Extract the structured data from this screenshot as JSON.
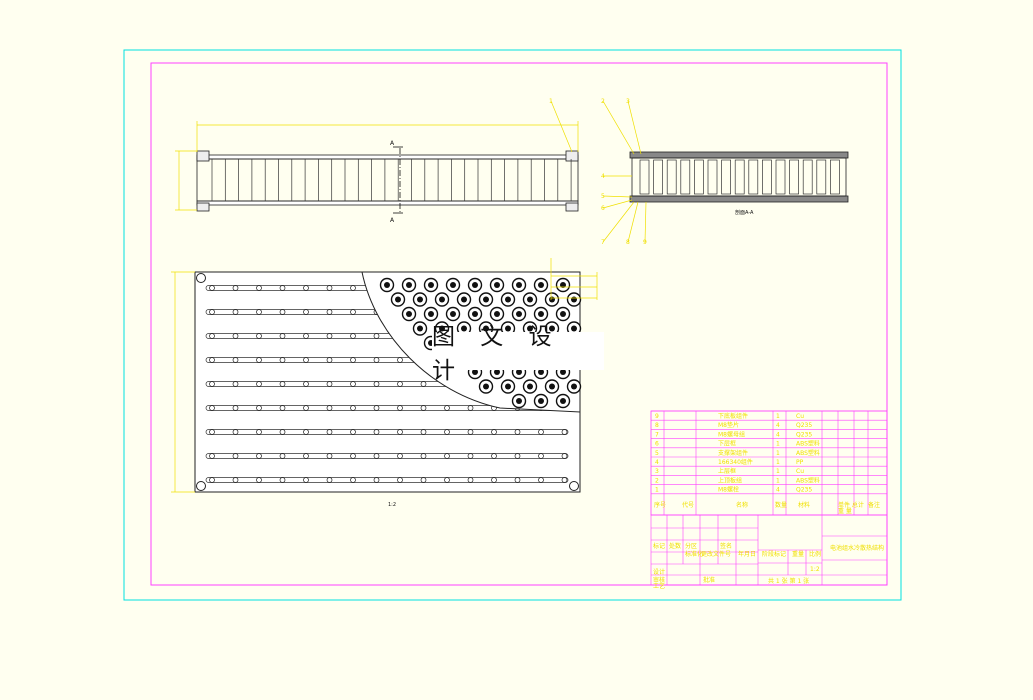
{
  "watermark": "图 文 设 计",
  "balloons": [
    "1",
    "2",
    "3",
    "4",
    "5",
    "6",
    "7",
    "8",
    "9"
  ],
  "section_marker": "A",
  "section_label": "剖面A-A",
  "bom": {
    "rows": [
      {
        "no": "9",
        "name": "下底板组件",
        "qty": "1",
        "material": "Cu"
      },
      {
        "no": "8",
        "name": "M8垫片",
        "qty": "4",
        "material": "Q235"
      },
      {
        "no": "7",
        "name": "M8螺母组",
        "qty": "4",
        "material": "Q235"
      },
      {
        "no": "6",
        "name": "下层框",
        "qty": "1",
        "material": "ABS塑料"
      },
      {
        "no": "5",
        "name": "支撑架组件",
        "qty": "1",
        "material": "ABS塑料"
      },
      {
        "no": "4",
        "name": "166340组件",
        "qty": "1",
        "material": "PP"
      },
      {
        "no": "3",
        "name": "上层框",
        "qty": "1",
        "material": "Cu"
      },
      {
        "no": "2",
        "name": "上顶板组",
        "qty": "1",
        "material": "ABS塑料"
      },
      {
        "no": "1",
        "name": "M8螺栓",
        "qty": "4",
        "material": "Q235"
      }
    ],
    "headers": {
      "no": "序号",
      "code": "代号",
      "name": "名称",
      "qty": "数量",
      "material": "材料",
      "weight": "单件 总计",
      "weight2": "重 量",
      "remark": "备注"
    }
  },
  "title_block": {
    "title": "电池组水冷散热结构",
    "scale": "1:2",
    "sheets": "共 1 张 第 1 张",
    "labels": [
      "标记",
      "处数",
      "分区",
      "更改文件号",
      "签名",
      "年月日",
      "设计",
      "标准化",
      "阶段标记",
      "重量",
      "比例",
      "审核",
      "工艺",
      "批准"
    ]
  },
  "colors": {
    "border_outer": "#00e0e0",
    "border_inner": "#ff40ff",
    "drawing": "#ffffff",
    "dims": "#f0e000",
    "outline": "#000000"
  }
}
